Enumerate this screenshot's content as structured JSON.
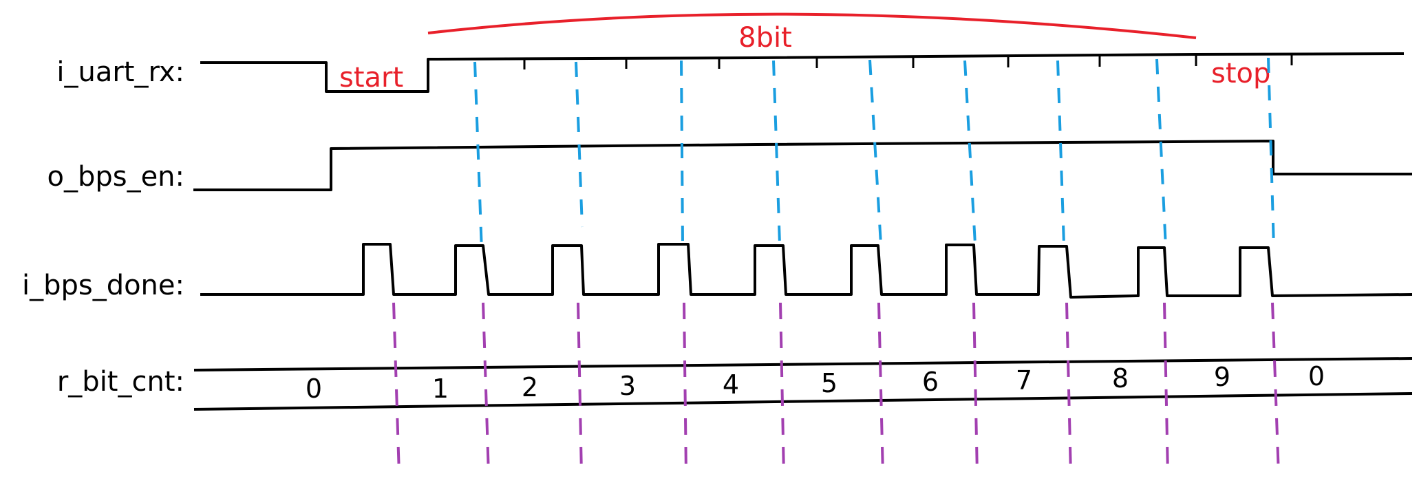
{
  "signals": {
    "uart_rx": "i_uart_rx:",
    "bps_en": "o_bps_en:",
    "bps_done": "i_bps_done:",
    "bit_cnt": "r_bit_cnt:"
  },
  "annotations": {
    "start": "start",
    "stop": "stop",
    "frame": "8bit"
  },
  "bit_cnt_values": [
    "0",
    "1",
    "2",
    "3",
    "4",
    "5",
    "6",
    "7",
    "8",
    "9",
    "0"
  ],
  "colors": {
    "annotation": "#e8202a",
    "sample_lines": "#1a9ee0",
    "count_lines": "#a23fb0",
    "wave": "#000000"
  }
}
